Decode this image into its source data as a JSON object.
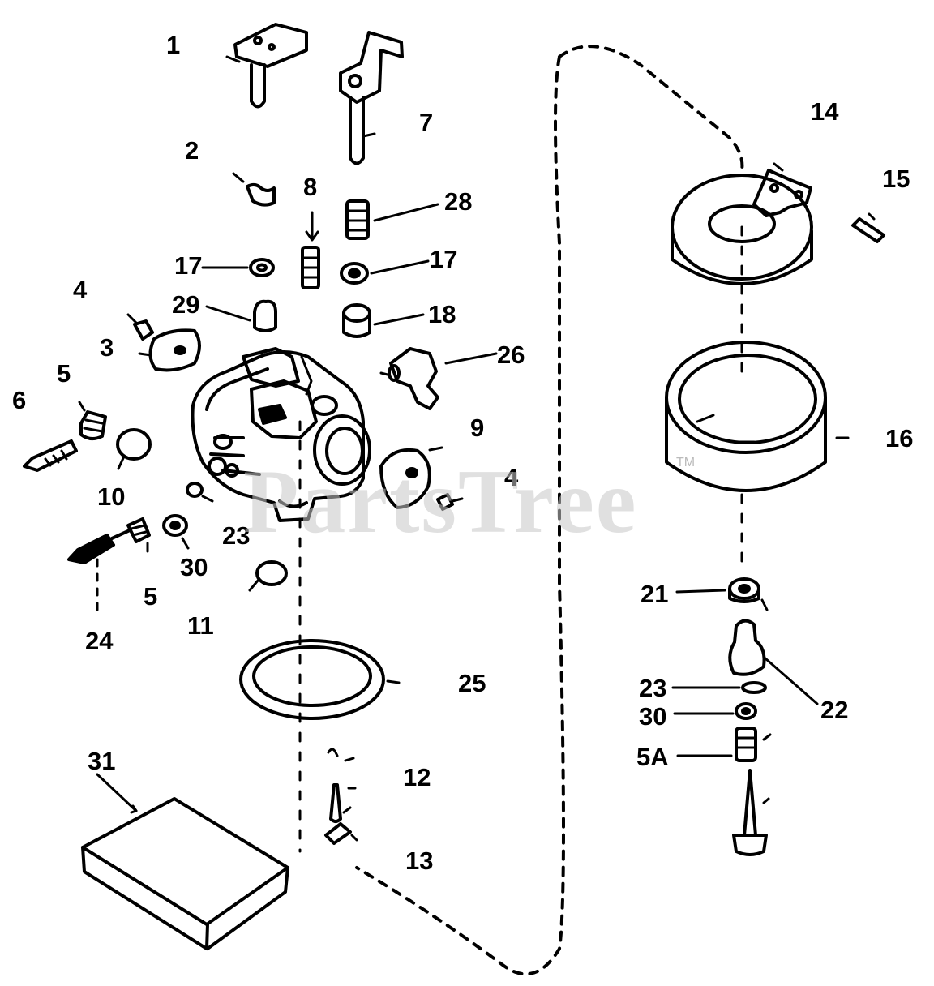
{
  "diagram": {
    "watermark": "PartsTree",
    "trademark": "TM",
    "callouts": [
      "1",
      "7",
      "14",
      "15",
      "2",
      "8",
      "28",
      "17",
      "17",
      "4",
      "29",
      "18",
      "3",
      "26",
      "5",
      "9",
      "16",
      "6",
      "4",
      "10",
      "23",
      "30",
      "5",
      "11",
      "24",
      "25",
      "12",
      "13",
      "31",
      "21",
      "22",
      "23",
      "30",
      "5A"
    ]
  },
  "colors": {
    "ink": "#000000",
    "paper": "#ffffff",
    "watermark": "#c8c8c8"
  }
}
